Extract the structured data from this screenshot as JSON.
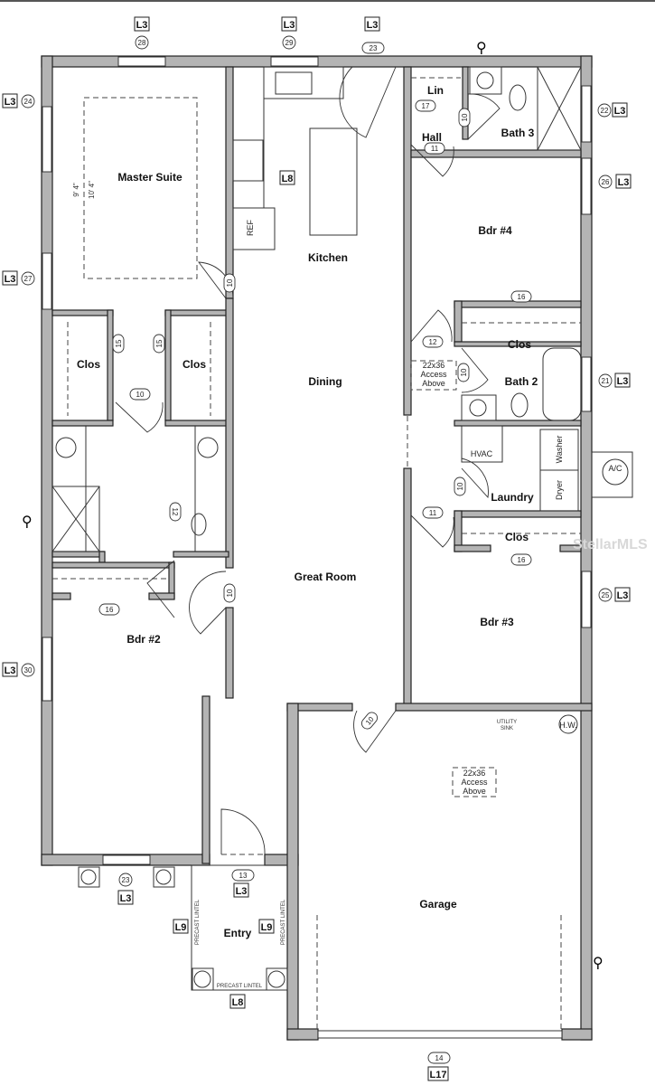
{
  "rooms": {
    "master_suite": "Master Suite",
    "kitchen": "Kitchen",
    "dining": "Dining",
    "great_room": "Great Room",
    "bdr4": "Bdr #4",
    "bdr3": "Bdr #3",
    "bdr2": "Bdr #2",
    "bath3": "Bath 3",
    "bath2": "Bath 2",
    "hall": "Hall",
    "lin": "Lin",
    "clos": "Clos",
    "laundry": "Laundry",
    "garage": "Garage",
    "entry": "Entry"
  },
  "fixtures": {
    "ref": "REF",
    "hvac": "HVAC",
    "washer": "Washer",
    "dryer": "Dryer",
    "ac": "A/C",
    "hw": "H.W.",
    "utility": "UTILITY",
    "sink": "SINK",
    "access": [
      "22x36",
      "Access",
      "Above"
    ],
    "precast_lintel": "PRECAST LINTEL",
    "ceiling_dim_1": "9' 4\"",
    "ceiling_dim_2": "10' 4\""
  },
  "tags": {
    "l3": "L3",
    "l8": "L8",
    "l9": "L9",
    "l17": "L17"
  },
  "window_numbers": [
    "28",
    "29",
    "24",
    "27",
    "22",
    "26",
    "21",
    "25",
    "30",
    "23"
  ],
  "door_numbers": {
    "front_top": "23",
    "lin": "17",
    "bath3": "10",
    "hall": "11",
    "master": "10",
    "clos_l": "15",
    "clos_r": "15",
    "master_bath": "10",
    "bdr4_clos": "16",
    "bdr4": "12",
    "bath2": "10",
    "laundry": "10",
    "bdr3": "11",
    "bdr3_clos": "16",
    "wc": "12",
    "bdr2_clos": "16",
    "bdr2": "10",
    "garage": "10",
    "entry": "13",
    "garage_door": "14"
  },
  "watermark": "StellarMLS"
}
